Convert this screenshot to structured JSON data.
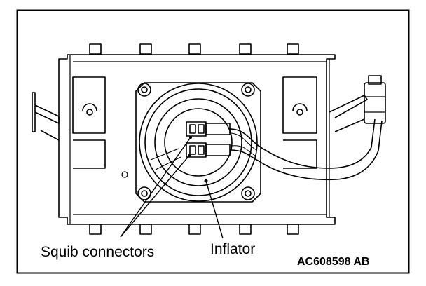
{
  "labels": {
    "squib_connectors": "Squib connectors",
    "inflator": "Inflator",
    "figure_code": "AC608598 AB"
  },
  "colors": {
    "line": "#000000",
    "background": "#ffffff"
  }
}
